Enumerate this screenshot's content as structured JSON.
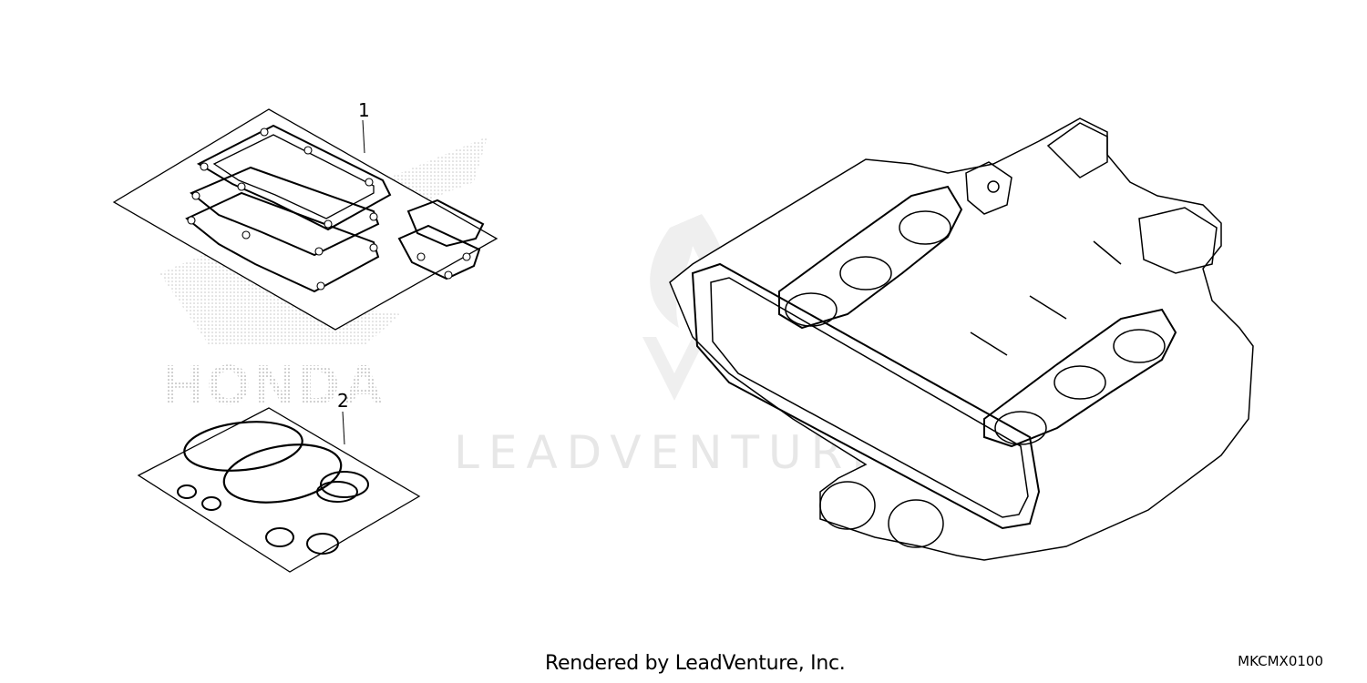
{
  "diagram": {
    "callouts": [
      {
        "label": "1"
      },
      {
        "label": "2"
      }
    ],
    "watermark_text": "LEADVENTURE",
    "brand_watermark_text": "HONDA",
    "footer_text": "Rendered by LeadVenture, Inc.",
    "diagram_code": "MKCMX0100"
  },
  "colors": {
    "line": "#000000",
    "watermark": "#e7e7e7",
    "dots": "#9a9a9a",
    "background": "#ffffff"
  }
}
